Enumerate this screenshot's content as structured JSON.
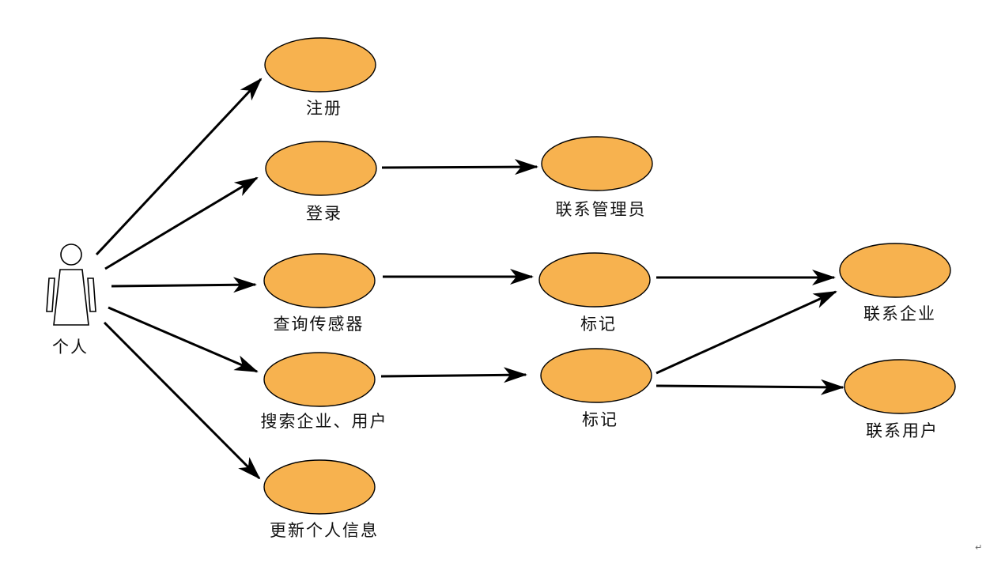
{
  "actor": {
    "label": "个人"
  },
  "nodes": [
    {
      "id": "register",
      "label": "注册"
    },
    {
      "id": "login",
      "label": "登录"
    },
    {
      "id": "contact_admin",
      "label": "联系管理员"
    },
    {
      "id": "query_sensor",
      "label": "查询传感器"
    },
    {
      "id": "mark_1",
      "label": "标记"
    },
    {
      "id": "contact_company",
      "label": "联系企业"
    },
    {
      "id": "search",
      "label": "搜索企业、用户"
    },
    {
      "id": "mark_2",
      "label": "标记"
    },
    {
      "id": "contact_user",
      "label": "联系用户"
    },
    {
      "id": "update_info",
      "label": "更新个人信息"
    }
  ],
  "edges": [
    {
      "from": "actor",
      "to": "register"
    },
    {
      "from": "actor",
      "to": "login"
    },
    {
      "from": "actor",
      "to": "query_sensor"
    },
    {
      "from": "actor",
      "to": "search"
    },
    {
      "from": "actor",
      "to": "update_info"
    },
    {
      "from": "login",
      "to": "contact_admin"
    },
    {
      "from": "query_sensor",
      "to": "mark_1"
    },
    {
      "from": "mark_1",
      "to": "contact_company"
    },
    {
      "from": "search",
      "to": "mark_2"
    },
    {
      "from": "mark_2",
      "to": "contact_company"
    },
    {
      "from": "mark_2",
      "to": "contact_user"
    }
  ],
  "style": {
    "node_fill": "#f7b24f",
    "node_stroke": "#000000",
    "edge_color": "#000000"
  },
  "footer_mark": "↵"
}
